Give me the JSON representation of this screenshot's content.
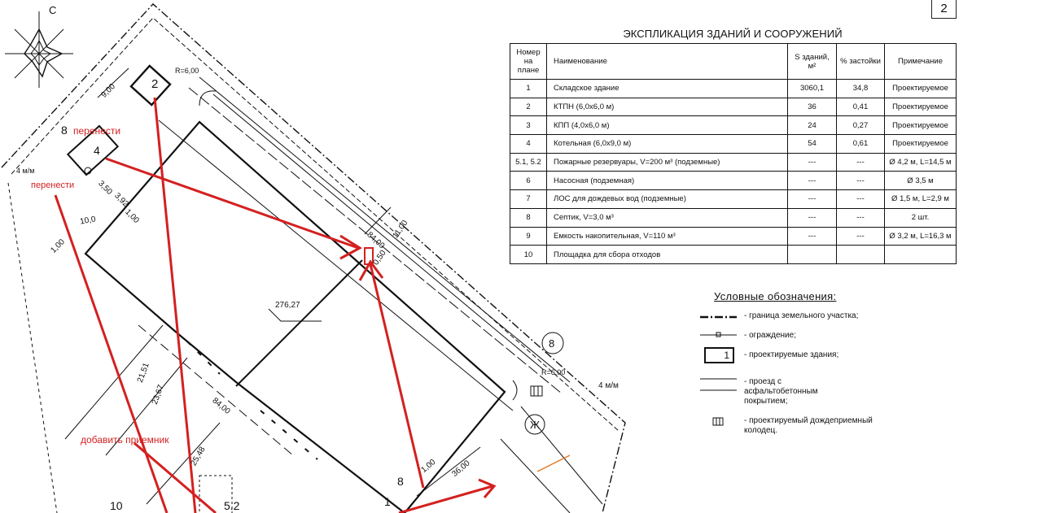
{
  "sheet_number": "2",
  "explication": {
    "title": "ЭКСПЛИКАЦИЯ ЗДАНИЙ И СООРУЖЕНИЙ",
    "headers": {
      "num": "Номер на плане",
      "name": "Наименование",
      "area": "S зданий, м²",
      "coverage": "% застойки",
      "note": "Примечание"
    },
    "rows": [
      {
        "num": "1",
        "name": "Складское здание",
        "area": "3060,1",
        "coverage": "34,8",
        "note": "Проектируемое"
      },
      {
        "num": "2",
        "name": "КТПН (6,0х6,0 м)",
        "area": "36",
        "coverage": "0,41",
        "note": "Проектируемое"
      },
      {
        "num": "3",
        "name": "КПП (4,0х6,0 м)",
        "area": "24",
        "coverage": "0,27",
        "note": "Проектируемое"
      },
      {
        "num": "4",
        "name": "Котельная (6,0х9,0 м)",
        "area": "54",
        "coverage": "0,61",
        "note": "Проектируемое"
      },
      {
        "num": "5.1, 5.2",
        "name": "Пожарные резервуары, V=200 м³ (подземные)",
        "area": "---",
        "coverage": "---",
        "note": "Ø 4,2 м, L=14,5 м"
      },
      {
        "num": "6",
        "name": "Насосная (подземная)",
        "area": "---",
        "coverage": "---",
        "note": "Ø 3,5 м"
      },
      {
        "num": "7",
        "name": "ЛОС для дождевых вод (подземные)",
        "area": "---",
        "coverage": "---",
        "note": "Ø 1,5 м, L=2,9 м"
      },
      {
        "num": "8",
        "name": "Септик, V=3,0 м³",
        "area": "---",
        "coverage": "---",
        "note": "2 шт."
      },
      {
        "num": "9",
        "name": "Емкость накопительная, V=110 м³",
        "area": "---",
        "coverage": "---",
        "note": "Ø 3,2 м, L=16,3 м"
      },
      {
        "num": "10",
        "name": "Площадка для сбора отходов",
        "area": "",
        "coverage": "",
        "note": ""
      }
    ]
  },
  "legend": {
    "title": "Условные обозначения:",
    "items": {
      "boundary": "- граница земельного участка;",
      "fence": "- ограждение;",
      "building_num": "1",
      "building": "- проектируемые здания;",
      "road": "- проезд с асфальтобетонным покрытием;",
      "well": "- проектируемый дождеприемный колодец."
    }
  },
  "plan": {
    "north": "С",
    "labels": {
      "bldg2": "2",
      "bldg4": "4",
      "bldg1": "1",
      "bldg8a": "8",
      "bldg8b": "8",
      "bldg8c": "8",
      "bldg10": "10",
      "bldg52": "5.2",
      "zh": "Ж",
      "radius_top": "R=6,00",
      "radius_right": "R=6,00",
      "dim_900": "9,00",
      "dim_350": "3,50",
      "dim_392": "3,92",
      "dim_100a": "1,00",
      "dim_100b": "1,00",
      "dim_1000": "10,0",
      "dim_100c": "1,00",
      "dim_8400a": "84,00",
      "dim_1100": "11,00",
      "dim_050": "0,50",
      "elev": "276,27",
      "dim_2151": "21,51",
      "dim_2367": "23,67",
      "dim_8400b": "84,00",
      "dim_2548": "25,48",
      "dim_100d": "1,00",
      "dim_3600": "36,00",
      "road_width_left": "4 м/м",
      "road_width_right": "4 м/м"
    },
    "annotations": {
      "move1": "перенести",
      "move2": "перенести",
      "add_receiver": "добавить приемник"
    },
    "colors": {
      "annotation": "#d42020",
      "line": "#111111",
      "orange": "#e07820"
    }
  }
}
